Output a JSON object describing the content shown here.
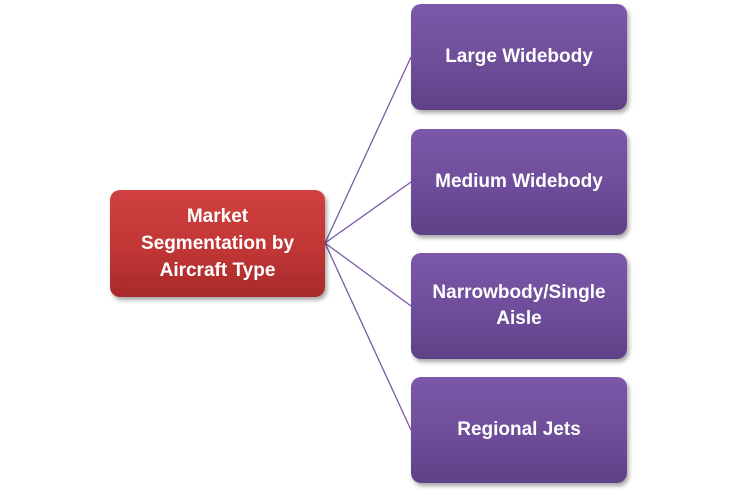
{
  "diagram": {
    "type": "hierarchy",
    "root": {
      "label": "Market\nSegmentation by\nAircraft Type",
      "color": "#c23636"
    },
    "children": [
      {
        "label": "Large Widebody",
        "color": "#6e4d9a"
      },
      {
        "label": "Medium Widebody",
        "color": "#6e4d9a"
      },
      {
        "label": "Narrowbody/Single\nAisle",
        "color": "#6e4d9a"
      },
      {
        "label": "Regional Jets",
        "color": "#6e4d9a"
      }
    ],
    "connector_color": "#7a5aa8"
  }
}
